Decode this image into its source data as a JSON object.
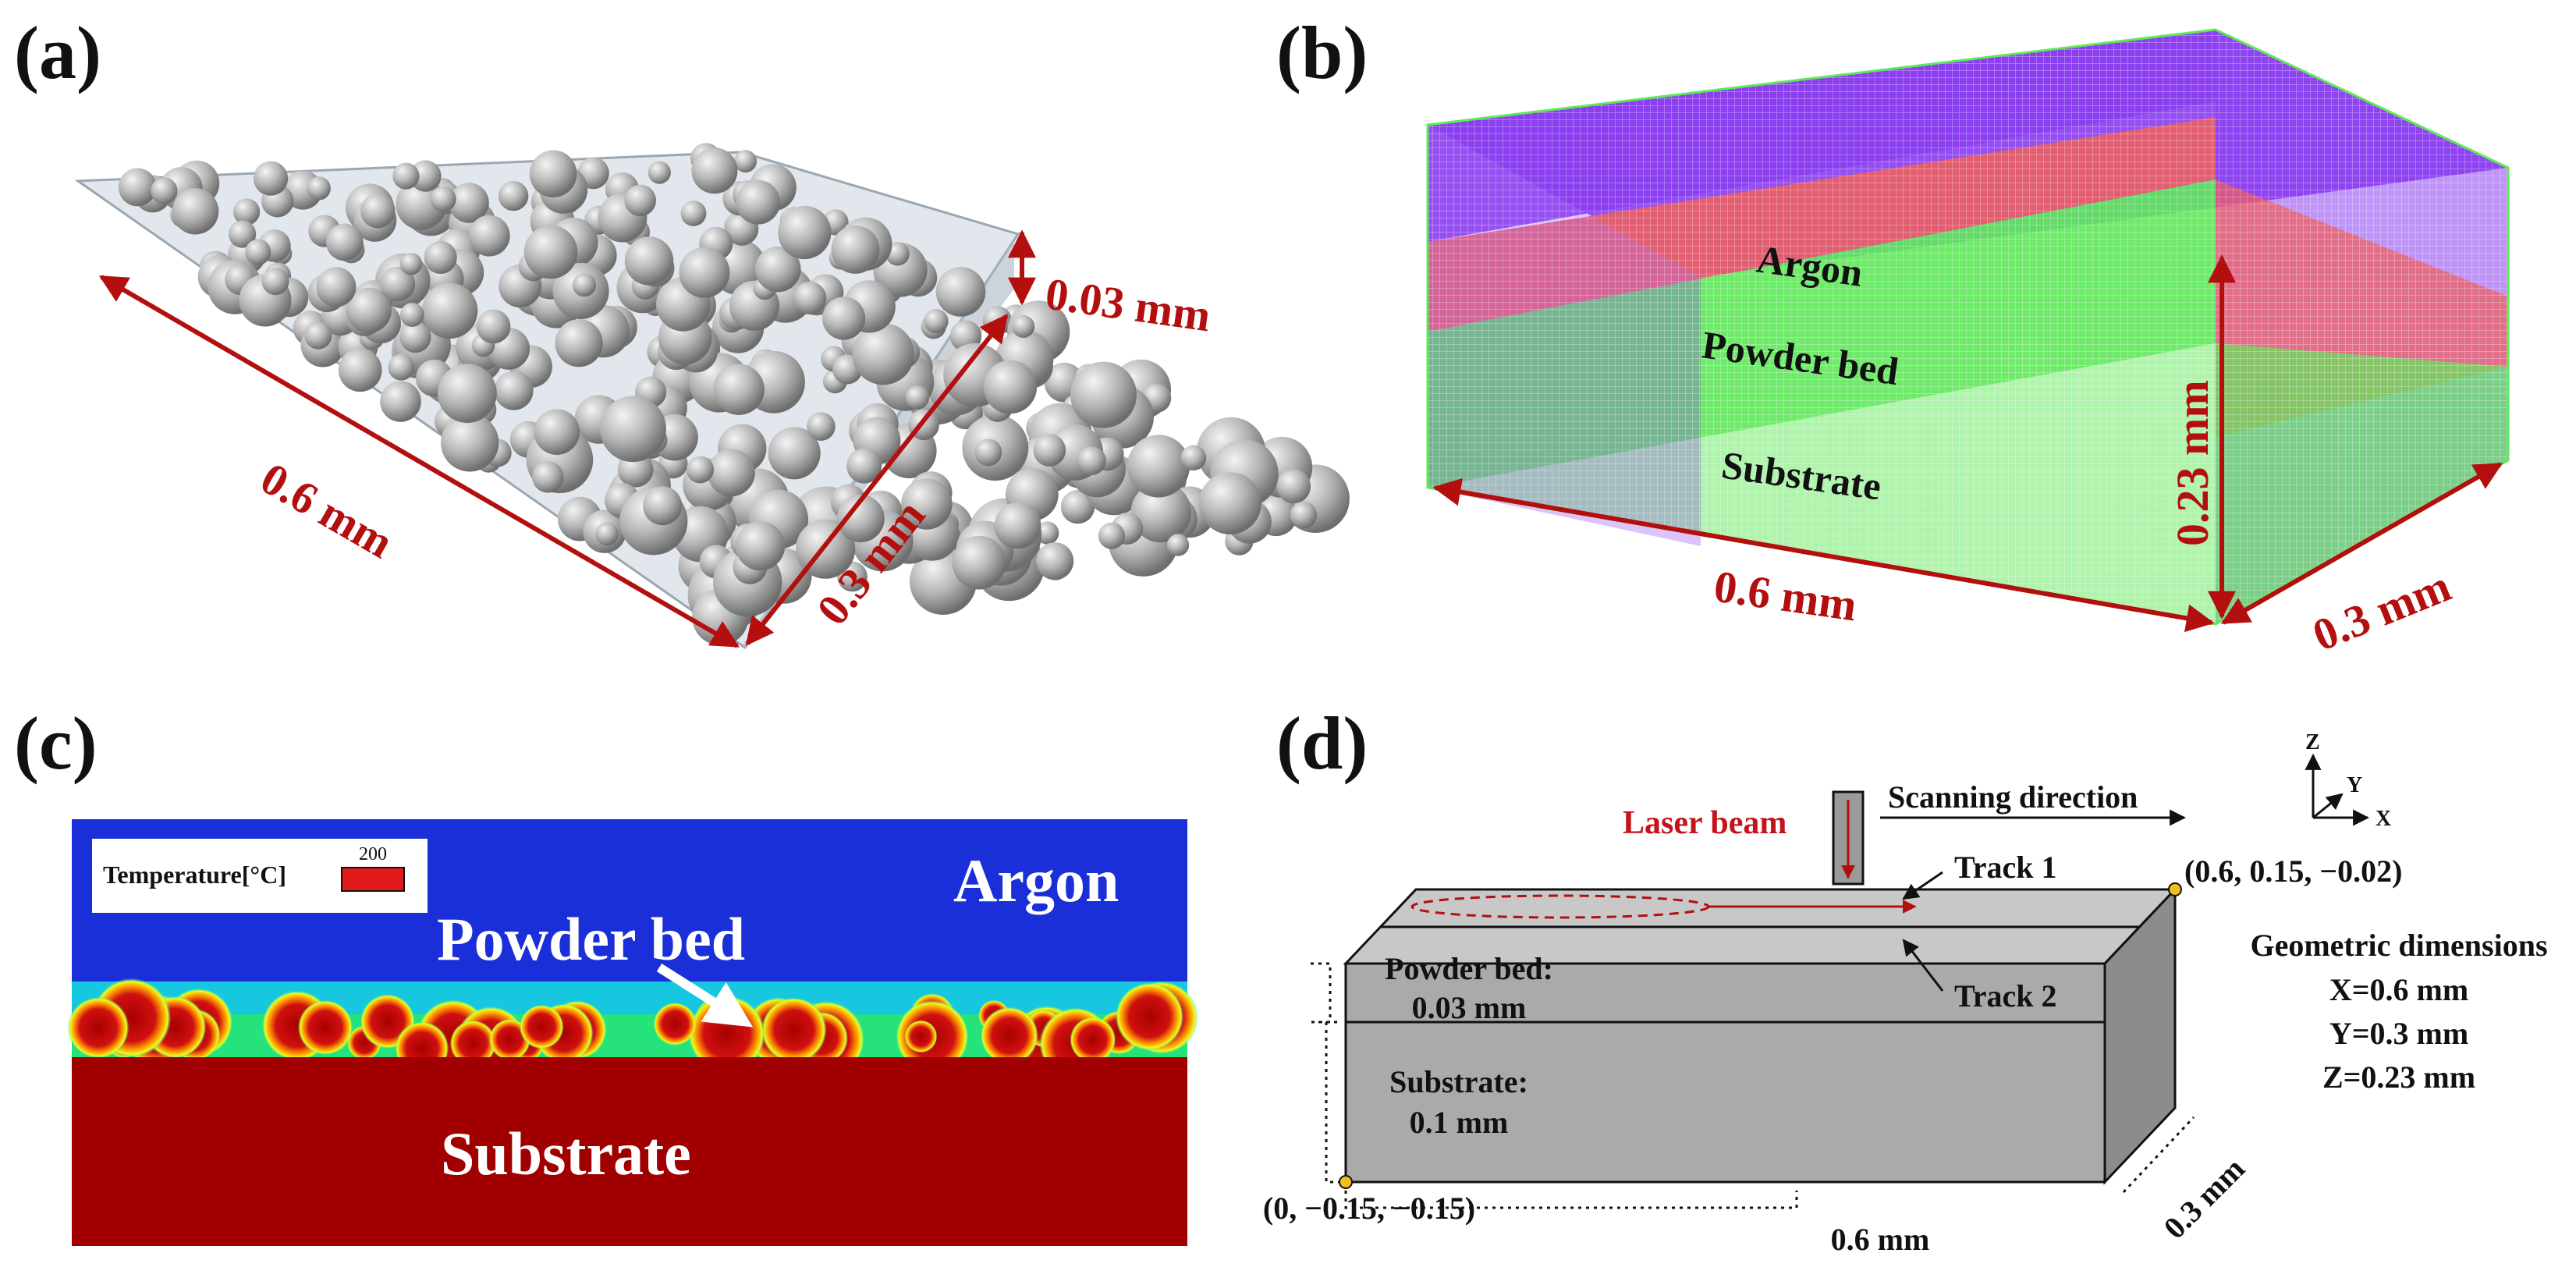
{
  "panels": {
    "a": {
      "label": "(a)",
      "dim_x": "0.6 mm",
      "dim_y": "0.3 mm",
      "dim_z": "0.03 mm"
    },
    "b": {
      "label": "(b)",
      "layers": [
        "Argon",
        "Powder bed",
        "Substrate"
      ],
      "dim_x": "0.6 mm",
      "dim_y": "0.3 mm",
      "dim_z": "0.23 mm"
    },
    "c": {
      "label": "(c)",
      "legend_title": "Temperature[°C]",
      "legend_value": "200",
      "argon": "Argon",
      "powder_bed": "Powder bed",
      "substrate": "Substrate"
    },
    "d": {
      "label": "(d)",
      "laser_beam": "Laser beam",
      "scanning_direction": "Scanning direction",
      "track1": "Track 1",
      "track2": "Track 2",
      "corner_top": "(0.6, 0.15, −0.02)",
      "corner_bottom": "(0, −0.15, −0.15)",
      "powder_bed_label": "Powder bed:",
      "powder_bed_value": "0.03 mm",
      "substrate_label": "Substrate:",
      "substrate_value": "0.1 mm",
      "geo_title": "Geometric dimensions",
      "geo_x": "X=0.6 mm",
      "geo_y": "Y=0.3 mm",
      "geo_z": "Z=0.23 mm",
      "dim_width": "0.6 mm",
      "dim_depth": "0.3 mm",
      "axis_z": "Z",
      "axis_y": "Y",
      "axis_x": "X"
    }
  },
  "colors": {
    "dimension_red": "#b30f0f",
    "argon_purple": "#8a3cf0",
    "powder_red": "#f0605a",
    "substrate_green": "#5fe85a",
    "sim_blue": "#1a2fd8",
    "sim_red": "#a10000"
  }
}
